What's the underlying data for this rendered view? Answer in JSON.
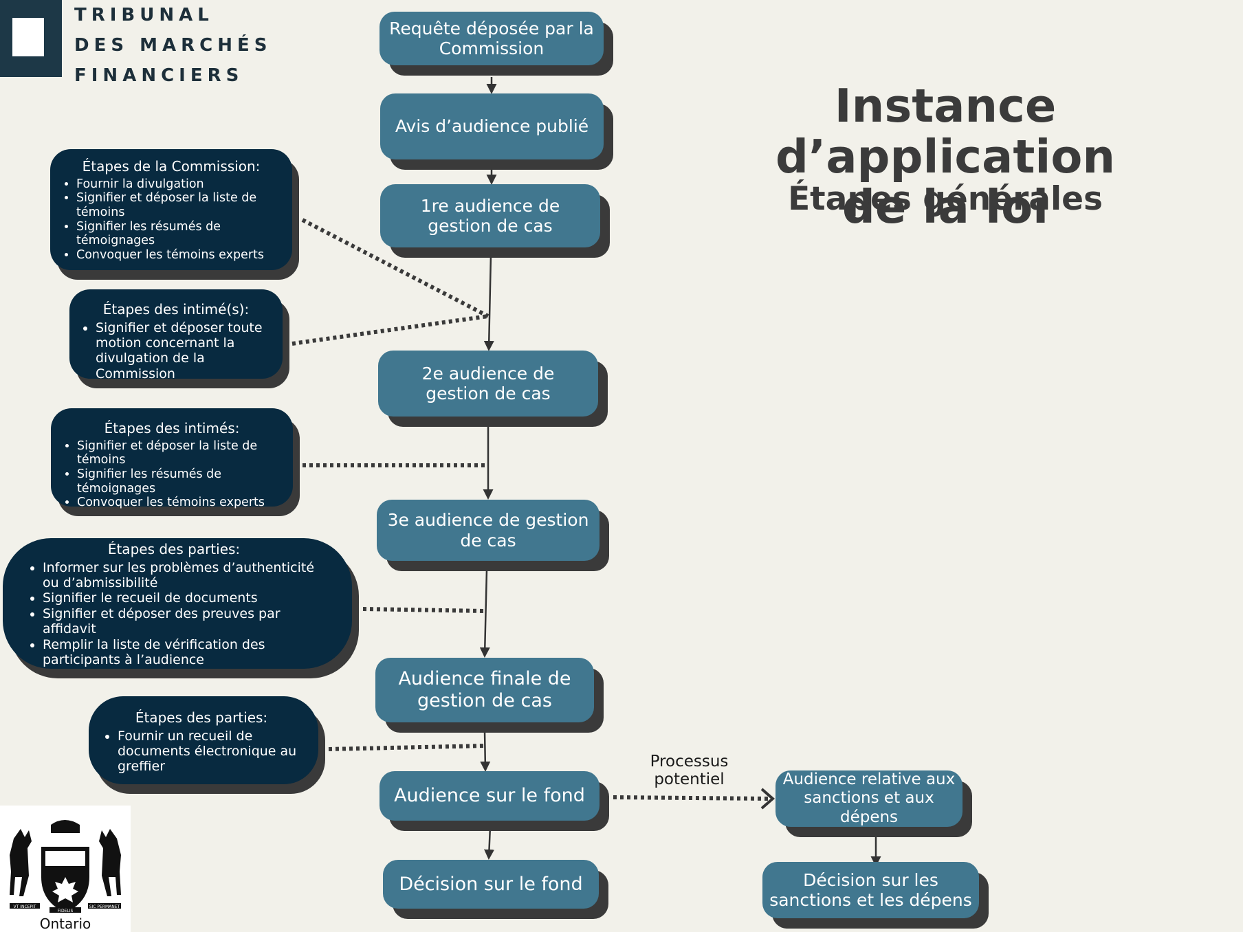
{
  "logo": {
    "lines": [
      "TRIBUNAL",
      "DES MARCHÉS",
      "FINANCIERS"
    ]
  },
  "title": {
    "line1": "Instance d’application",
    "line2": "de la loi",
    "subtitle": "Étapes générales"
  },
  "steps": [
    "Requête déposée par la Commission",
    "Avis d’audience publié",
    "1re audience de gestion de cas",
    "2e audience de gestion de cas",
    "3e audience de gestion de cas",
    "Audience finale de gestion de cas",
    "Audience sur le fond",
    "Décision sur le fond",
    "Audience relative aux sanctions et aux dépens",
    "Décision sur les sanctions et les dépens"
  ],
  "process_label": "Processus potentiel",
  "notes": [
    {
      "title": "Étapes de la Commission:",
      "items": [
        "Fournir la divulgation",
        "Signifier et déposer la liste de témoins",
        "Signifier les résumés de témoignages",
        "Convoquer les témoins experts"
      ]
    },
    {
      "title": "Étapes des intimé(s):",
      "items": [
        "Signifier et déposer toute motion concernant la divulgation de la Commission"
      ]
    },
    {
      "title": "Étapes des intimés:",
      "items": [
        "Signifier et déposer la liste de témoins",
        "Signifier les résumés de témoignages",
        "Convoquer les témoins experts"
      ]
    },
    {
      "title": "Étapes des parties:",
      "items": [
        "Informer sur les problèmes d’authenticité ou d’abmissibilité",
        "Signifier le recueil de documents",
        "Signifier et déposer des preuves par affidavit",
        "Remplir la liste de vérification des participants à l’audience"
      ]
    },
    {
      "title": "Étapes des parties:",
      "items": [
        "Fournir un recueil de documents électronique au greffier"
      ]
    }
  ],
  "ontario": {
    "label": "Ontario",
    "motto": [
      "VT INCEPIT",
      "FIDELIS",
      "SIC PERMANET"
    ]
  },
  "colors": {
    "step": "#41778f",
    "note": "#082a40",
    "shadow": "#3a3a3a",
    "background": "#f2f1ea"
  }
}
